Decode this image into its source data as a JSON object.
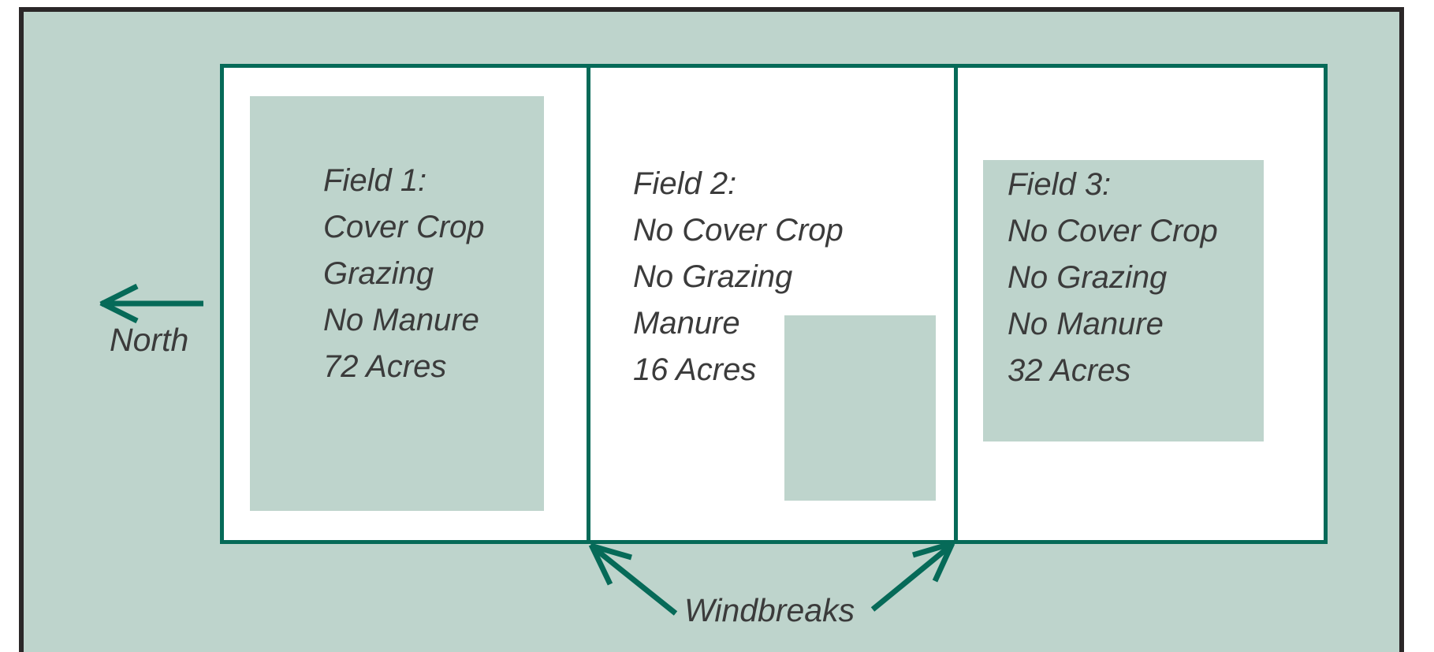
{
  "colors": {
    "background_sage": "#bed4cc",
    "accent_teal": "#066a58",
    "outer_border": "#2b2728",
    "text_dark": "#3b3b3b",
    "field_white": "#ffffff"
  },
  "compass": {
    "label": "North",
    "direction": "left"
  },
  "fields": [
    {
      "title": "Field 1:",
      "lines": [
        "Cover Crop",
        "Grazing",
        "No Manure",
        "72 Acres"
      ]
    },
    {
      "title": "Field 2:",
      "lines": [
        "No Cover Crop",
        "No Grazing",
        "Manure",
        "16 Acres"
      ]
    },
    {
      "title": "Field 3:",
      "lines": [
        "No Cover Crop",
        "No Grazing",
        "No Manure",
        "32 Acres"
      ]
    }
  ],
  "windbreaks": {
    "label": "Windbreaks"
  },
  "icons": {
    "north_arrow": "arrow-left",
    "windbreak_arrow_left": "arrow-pointing-up-left",
    "windbreak_arrow_right": "arrow-pointing-up-right"
  }
}
